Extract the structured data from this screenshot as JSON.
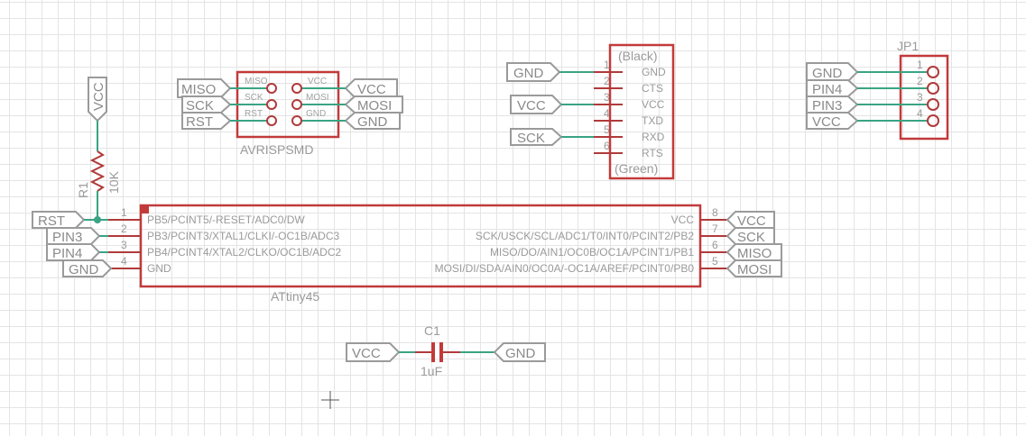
{
  "labels": {
    "vcc": "VCC",
    "gnd": "GND",
    "miso": "MISO",
    "mosi": "MOSI",
    "sck": "SCK",
    "rst": "RST",
    "pin3": "PIN3",
    "pin4": "PIN4"
  },
  "resistor": {
    "name": "R1",
    "value": "10K"
  },
  "capacitor": {
    "name": "C1",
    "value": "1uF"
  },
  "isp": {
    "name": "AVRISPSMD",
    "pins": {
      "miso": "MISO",
      "vcc": "VCC",
      "sck": "SCK",
      "mosi": "MOSI",
      "rst": "RST",
      "gnd": "GND"
    }
  },
  "ftdi": {
    "top_label": "(Black)",
    "bottom_label": "(Green)",
    "pins": [
      {
        "num": "1",
        "name": "GND"
      },
      {
        "num": "2",
        "name": "CTS"
      },
      {
        "num": "3",
        "name": "VCC"
      },
      {
        "num": "4",
        "name": "TXD"
      },
      {
        "num": "5",
        "name": "RXD"
      },
      {
        "num": "6",
        "name": "RTS"
      }
    ]
  },
  "jp1": {
    "name": "JP1",
    "pins": [
      "1",
      "2",
      "3",
      "4"
    ]
  },
  "mcu": {
    "name": "ATtiny45",
    "left_pins": [
      {
        "num": "1",
        "name": "PB5/PCINT5/-RESET/ADC0/DW"
      },
      {
        "num": "2",
        "name": "PB3/PCINT3/XTAL1/CLKI/-OC1B/ADC3"
      },
      {
        "num": "3",
        "name": "PB4/PCINT4/XTAL2/CLKO/OC1B/ADC2"
      },
      {
        "num": "4",
        "name": "GND"
      }
    ],
    "right_pins": [
      {
        "num": "8",
        "name": "VCC"
      },
      {
        "num": "7",
        "name": "SCK/USCK/SCL/ADC1/T0/INT0/PCINT2/PB2"
      },
      {
        "num": "6",
        "name": "MISO/DO/AIN1/OC0B/OC1A/PCINT1/PB1"
      },
      {
        "num": "5",
        "name": "MOSI/DI/SDA/AIN0/OC0A/-OC1A/AREF/PCINT0/PB0"
      }
    ]
  }
}
